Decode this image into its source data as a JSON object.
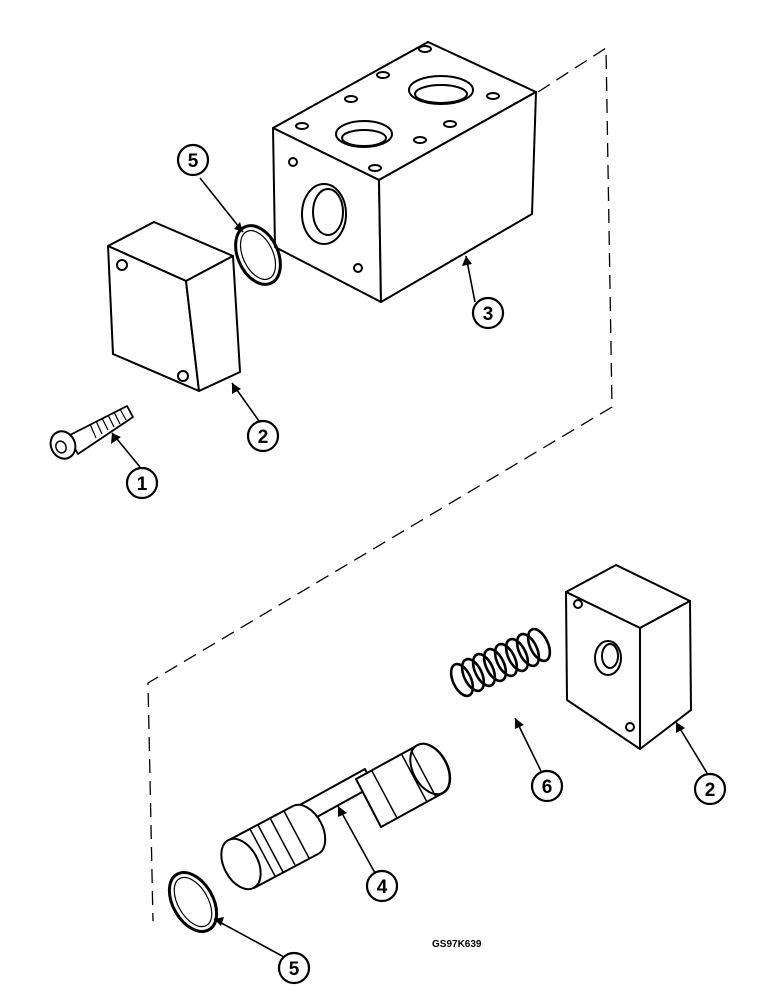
{
  "figure": {
    "code": "GS97K639"
  },
  "callouts": {
    "c1": "1",
    "c2a": "2",
    "c2b": "2",
    "c3": "3",
    "c4": "4",
    "c5a": "5",
    "c5b": "5",
    "c6": "6"
  },
  "parts": [
    {
      "ref": "1",
      "item": "cap-screw"
    },
    {
      "ref": "2",
      "item": "end-cap"
    },
    {
      "ref": "3",
      "item": "valve-body"
    },
    {
      "ref": "4",
      "item": "spool"
    },
    {
      "ref": "5",
      "item": "o-ring"
    },
    {
      "ref": "6",
      "item": "spring"
    }
  ]
}
